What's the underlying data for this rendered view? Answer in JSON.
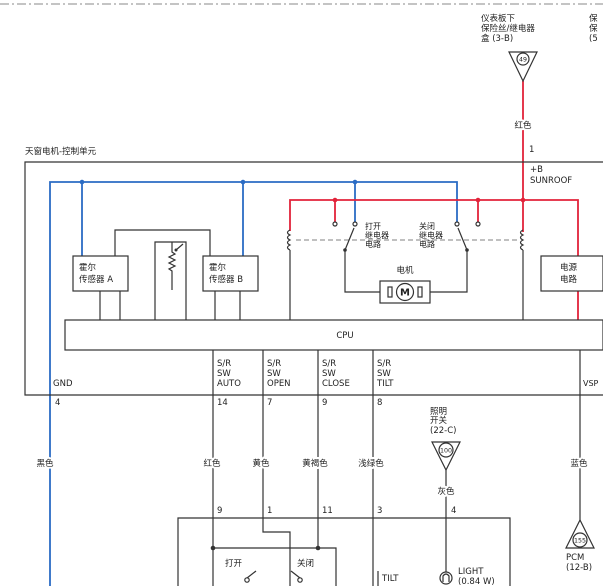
{
  "colors": {
    "blue_wire": "#2b6cc4",
    "red_wire": "#e2233a",
    "line": "#333333",
    "dashed": "#9a9a9a"
  },
  "fuse_box": {
    "label": [
      "仪表板下",
      "保险丝/继电器",
      "盒 (3-B)"
    ],
    "connector": "49",
    "wire_color": "红色",
    "pin": "1"
  },
  "fuse_box_partial": {
    "label": [
      "保",
      "保",
      "(5"
    ]
  },
  "control_unit": {
    "title": "天窗电机-控制单元",
    "power_input": [
      "+B",
      "SUNROOF"
    ],
    "hall_sensor_a": [
      "霍尔",
      "传感器 A"
    ],
    "hall_sensor_b": [
      "霍尔",
      "传感器 B"
    ],
    "open_relay": [
      "打开",
      "继电器",
      "电路"
    ],
    "close_relay": [
      "关闭",
      "继电器",
      "电路"
    ],
    "motor": {
      "label": "电机",
      "symbol": "M"
    },
    "power_circuit": [
      "电源",
      "电路"
    ],
    "cpu": "CPU",
    "terminals": [
      {
        "label": [
          "GND"
        ],
        "pin": "4",
        "wire_color": "黑色"
      },
      {
        "label": [
          "S/R",
          "SW",
          "AUTO"
        ],
        "pin": "14",
        "wire_color": "红色",
        "switch_pin": "9"
      },
      {
        "label": [
          "S/R",
          "SW",
          "OPEN"
        ],
        "pin": "7",
        "wire_color": "黄色",
        "switch_pin": "1"
      },
      {
        "label": [
          "S/R",
          "SW",
          "CLOSE"
        ],
        "pin": "9",
        "wire_color": "黄褐色",
        "switch_pin": "11"
      },
      {
        "label": [
          "S/R",
          "SW",
          "TILT"
        ],
        "pin": "8",
        "wire_color": "浅绿色",
        "switch_pin": "3"
      },
      {
        "label": [
          "VSP"
        ],
        "wire_color": "蓝色"
      }
    ]
  },
  "lighting_switch": {
    "label": [
      "照明",
      "开关",
      "(22-C)"
    ],
    "connector": "100",
    "wire_color": "灰色",
    "pin": "4"
  },
  "sunroof_switch": {
    "open": "打开",
    "close": "关闭",
    "tilt": "TILT",
    "light": [
      "LIGHT",
      "(0.84 W)"
    ]
  },
  "pcm": {
    "connector": "155",
    "label": [
      "PCM",
      "(12-B)"
    ]
  }
}
